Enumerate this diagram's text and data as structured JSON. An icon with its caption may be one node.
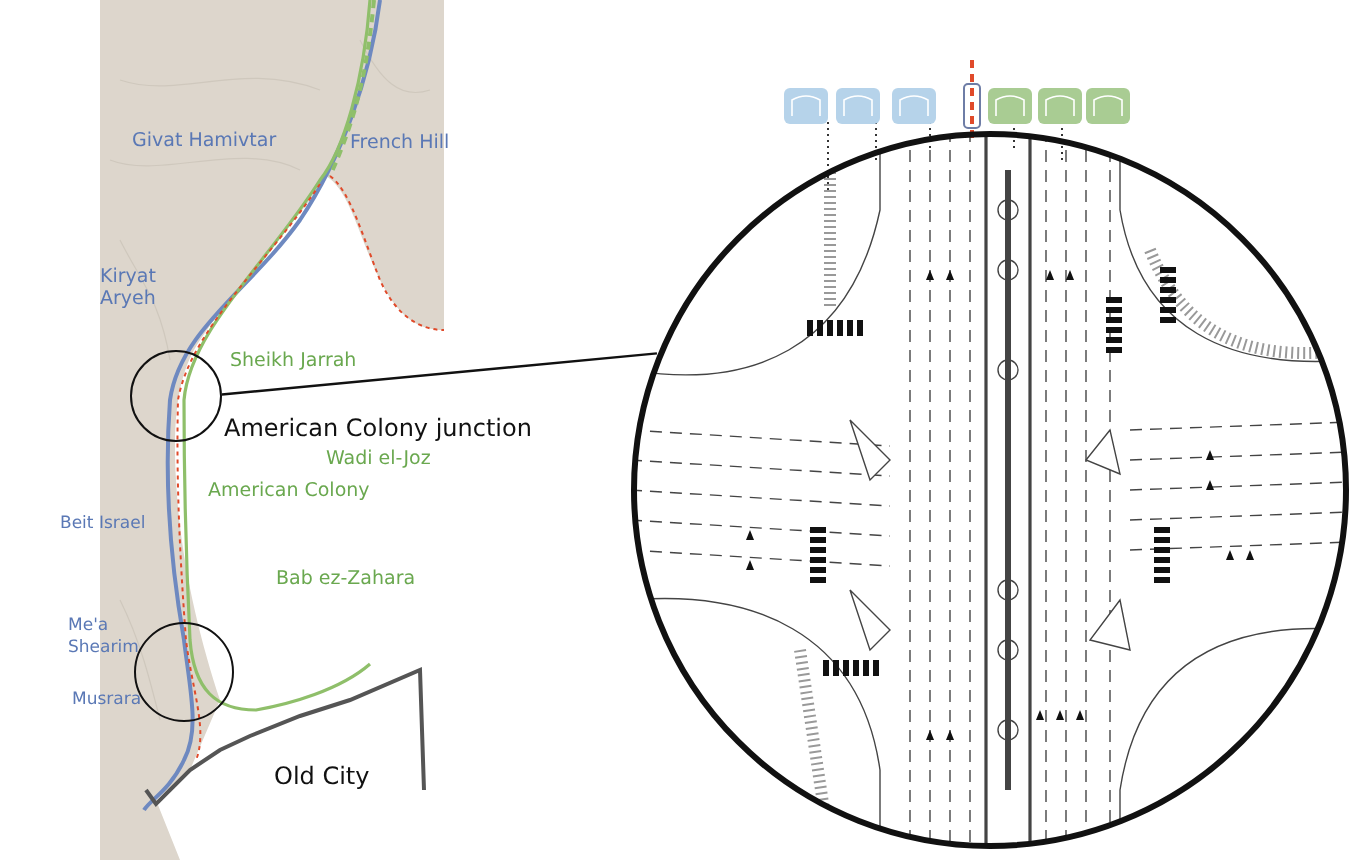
{
  "diagram": {
    "nodes": [
      {
        "text": [],
        "shape": "circle"
      },
      {
        "text": [],
        "shape": "picture"
      },
      {
        "text": [],
        "shape": "circle"
      }
    ],
    "edges": [
      {
        "from": 0,
        "to": 1,
        "arrow": "none"
      }
    ],
    "labels": [
      "Givat Hamivtar",
      "French Hill",
      "Kiryat Aryeh",
      "Sheikh Jarrah",
      "American Colony junction",
      "Wadi el-Joz",
      "American Colony",
      "Beit Israel",
      "Bab ez-Zahara",
      "Me'a Shearim",
      "Musrara",
      "Old City"
    ]
  }
}
